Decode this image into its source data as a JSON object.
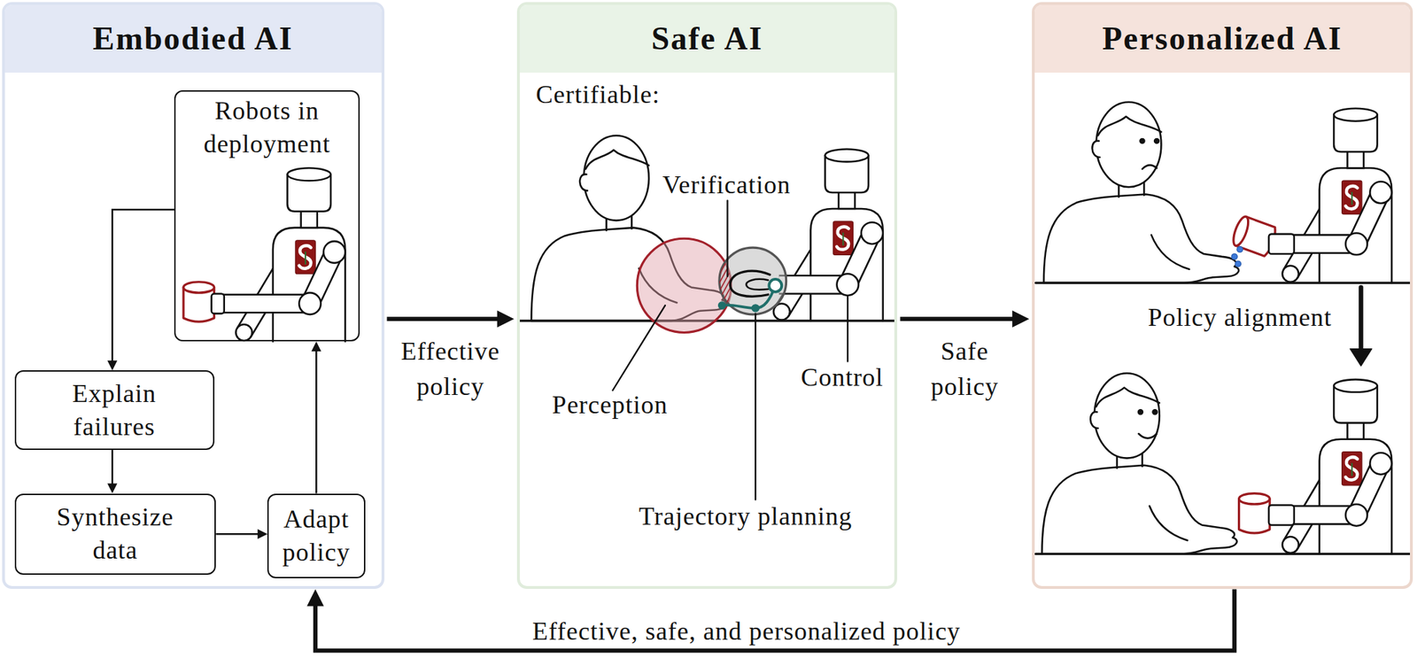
{
  "diagram": {
    "nodes": [
      {
        "text": [
          "Embodied AI"
        ]
      },
      {
        "text": [
          "Robots in deployment"
        ],
        "in": 0
      },
      {
        "text": [
          "Explain failures"
        ],
        "in": 0
      },
      {
        "text": [
          "Synthesize data"
        ],
        "in": 0
      },
      {
        "text": [
          "Adapt policy"
        ],
        "in": 0
      },
      {
        "text": [
          "Safe AI"
        ]
      },
      {
        "text": [
          "Personalized AI"
        ]
      }
    ],
    "edges": [
      {
        "from": 1,
        "to": 2,
        "arrow": "to"
      },
      {
        "from": 2,
        "to": 3,
        "arrow": "to"
      },
      {
        "from": 3,
        "to": 4,
        "arrow": "to"
      },
      {
        "from": 4,
        "to": 1,
        "arrow": "to"
      },
      {
        "from": 0,
        "to": 5,
        "label": "Effective policy",
        "arrow": "to"
      },
      {
        "from": 5,
        "to": 6,
        "label": "Safe policy",
        "arrow": "to"
      },
      {
        "from": 6,
        "to": 0,
        "label": "Effective, safe, and personalized policy",
        "arrow": "to"
      }
    ],
    "labels": [
      "Certifiable:",
      "Verification",
      "Perception",
      "Control",
      "Trajectory planning",
      "Policy alignment"
    ]
  }
}
